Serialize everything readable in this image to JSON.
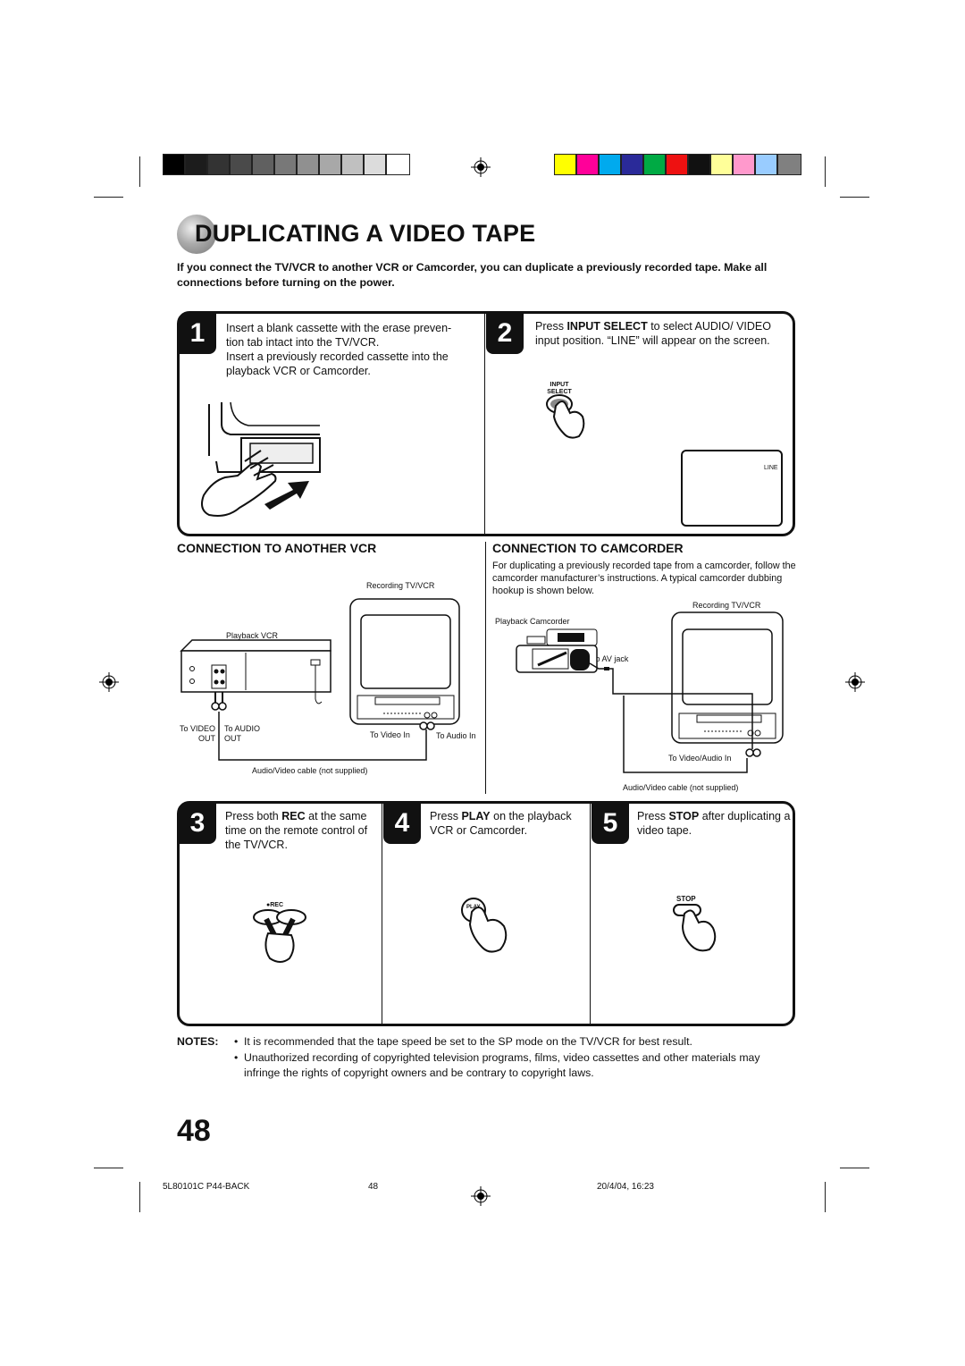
{
  "colors": {
    "gray_swatches": [
      "#000000",
      "#1c1c1c",
      "#333333",
      "#4a4a4a",
      "#606060",
      "#787878",
      "#909090",
      "#a8a8a8",
      "#c0c0c0",
      "#dcdcdc",
      "#ffffff"
    ],
    "color_swatches": [
      "#ffff00",
      "#ff0099",
      "#00aaee",
      "#2a2a99",
      "#00aa44",
      "#ee1111",
      "#111111",
      "#ffff99",
      "#ff99cc",
      "#99ccff",
      "#808080"
    ]
  },
  "title": "DUPLICATING A VIDEO TAPE",
  "intro": "If you connect the TV/VCR to another VCR or Camcorder, you can duplicate a previously recorded tape. Make all connections before turning on the power.",
  "steps": {
    "s1": {
      "num": "1",
      "p1": "Insert a blank cassette with the erase preven- tion tab intact into the TV/VCR.",
      "p2": "Insert a previously recorded cassette into the playback VCR or Camcorder."
    },
    "s2": {
      "num": "2",
      "pre": "Press ",
      "bold": "INPUT SELECT",
      "post": " to select AUDIO/ VIDEO input position. “LINE” will appear on the screen.",
      "button_l1": "INPUT",
      "button_l2": "SELECT",
      "screen_text": "LINE"
    },
    "s3": {
      "num": "3",
      "pre": "Press both ",
      "bold": "REC",
      "post": " at the same time on the remote control of the TV/VCR.",
      "button": "●REC"
    },
    "s4": {
      "num": "4",
      "pre": "Press ",
      "bold": "PLAY",
      "post": " on the playback VCR or Camcorder.",
      "button": "PLAY"
    },
    "s5": {
      "num": "5",
      "pre": "Press ",
      "bold": "STOP",
      "post": " after duplicating a video tape.",
      "button": "STOP"
    }
  },
  "vcr_section": {
    "heading": "CONNECTION TO ANOTHER VCR",
    "recording": "Recording TV/VCR",
    "playback": "Playback VCR",
    "to_video_out_1": "To VIDEO",
    "to_video_out_2": "OUT",
    "to_audio_out_1": "To AUDIO",
    "to_audio_out_2": "OUT",
    "to_video_in": "To Video In",
    "to_audio_in": "To Audio In",
    "cable": "Audio/Video cable (not supplied)"
  },
  "cam_section": {
    "heading": "CONNECTION TO CAMCORDER",
    "desc": "For duplicating a previously recorded tape from a camcorder, follow the camcorder manufacturer’s instructions. A typical camcorder dubbing hookup is shown below.",
    "recording": "Recording TV/VCR",
    "playback": "Playback Camcorder",
    "to_av": "To AV jack",
    "to_va_in": "To Video/Audio In",
    "cable": "Audio/Video cable (not supplied)"
  },
  "notes": {
    "label": "NOTES:",
    "n1": "It is recommended that the tape speed be set to the SP mode on the TV/VCR for best result.",
    "n2": "Unauthorized recording of copyrighted television programs, films, video cassettes and other materials may infringe the rights of copyright owners and be contrary to copyright laws."
  },
  "page_number": "48",
  "footer": {
    "left": "5L80101C P44-BACK",
    "center": "48",
    "right": "20/4/04, 16:23"
  }
}
